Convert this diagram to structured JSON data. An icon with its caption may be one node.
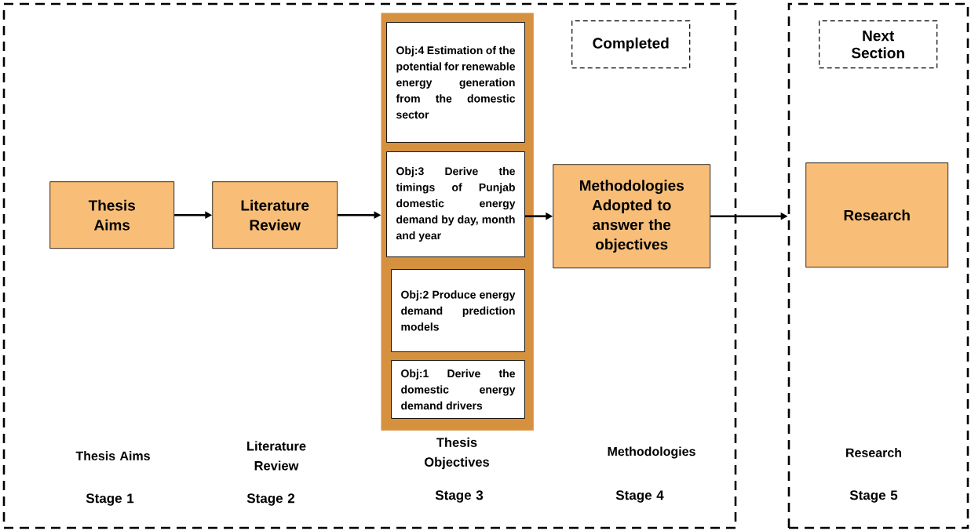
{
  "diagram": {
    "nodes": [
      {
        "text": [],
        "shape": "box"
      },
      {
        "text": [
          "Completed"
        ],
        "in": 0
      },
      {
        "text": [
          "Thesis Aims"
        ],
        "in": 0
      },
      {
        "text": [
          "Literature Review"
        ],
        "in": 0
      },
      {
        "text": [],
        "shape": "bar",
        "in": 0
      },
      {
        "text": [
          "Obj:4 Estimation of the potential for renewable energy generation from the domestic sector"
        ],
        "in": 4
      },
      {
        "text": [
          "Obj:3 Derive the timings of Punjab domestic energy demand by day, month and year"
        ],
        "in": 4
      },
      {
        "text": [
          "Obj:2 Produce energy demand prediction models"
        ],
        "in": 4
      },
      {
        "text": [
          "Obj:1 Derive the domestic energy demand drivers"
        ],
        "in": 4
      },
      {
        "text": [
          "Methodologies Adopted to answer the objectives"
        ],
        "in": 0
      },
      {
        "text": [],
        "shape": "box"
      },
      {
        "text": [
          "Next Section"
        ],
        "in": 10
      },
      {
        "text": [
          "Research"
        ],
        "in": 10
      }
    ],
    "edges": [
      {
        "from": 2,
        "to": 3,
        "arrow": "to"
      },
      {
        "from": 3,
        "to": 4,
        "arrow": "to"
      },
      {
        "from": 6,
        "to": 9,
        "arrow": "to"
      },
      {
        "from": 9,
        "to": 10,
        "arrow": "to"
      }
    ],
    "labels": [
      "Thesis Aims",
      "Literature Review",
      "Thesis Objectives",
      "Methodologies",
      "Research",
      "Stage 1",
      "Stage 2",
      "Stage 3",
      "Stage 4",
      "Stage 5"
    ]
  }
}
